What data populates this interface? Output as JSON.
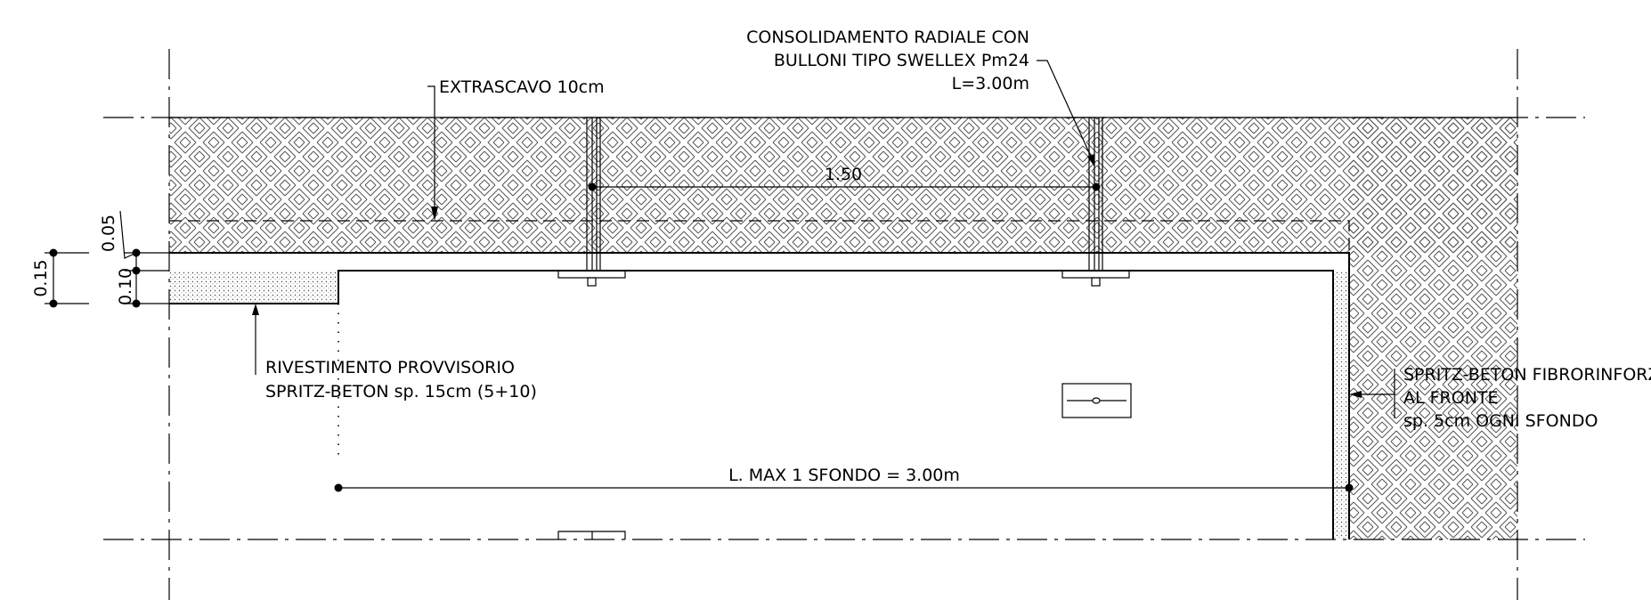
{
  "labels": {
    "extrascavo": "EXTRASCAVO 10cm",
    "bulloni_line1": "CONSOLIDAMENTO RADIALE CON",
    "bulloni_line2": "BULLONI TIPO SWELLEX Pm24",
    "bulloni_line3": "L=3.00m",
    "rivestimento_line1": "RIVESTIMENTO PROVVISORIO",
    "rivestimento_line2": "SPRITZ-BETON sp. 15cm (5+10)",
    "spritz_line1": "SPRITZ-BETON FIBRORINFORZATO",
    "spritz_line2": "AL FRONTE",
    "spritz_line3": "sp. 5cm OGNI SFONDO"
  },
  "dimensions": {
    "bolt_spacing": "1.50",
    "sfondo_length": "L. MAX 1 SFONDO = 3.00m",
    "total_thickness": "0.15",
    "layer_1": "0.05",
    "layer_2": "0.10"
  },
  "colors": {
    "line": "#000000",
    "hatch": "#555555",
    "background": "#ffffff"
  }
}
